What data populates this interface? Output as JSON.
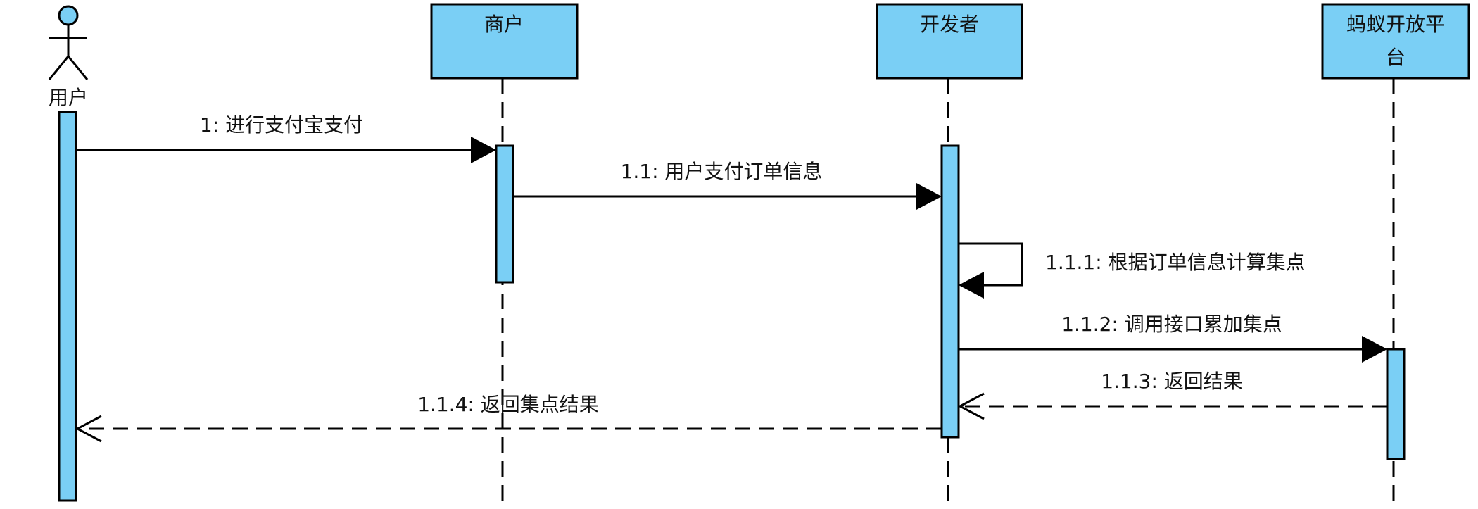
{
  "diagram": {
    "type": "sequence",
    "colors": {
      "fill": "#7ACFF5",
      "stroke": "#000000",
      "background": "#FFFFFF"
    },
    "participants": [
      {
        "id": "user",
        "kind": "actor",
        "label": "用户"
      },
      {
        "id": "merchant",
        "kind": "object",
        "label": "商户"
      },
      {
        "id": "developer",
        "kind": "object",
        "label": "开发者"
      },
      {
        "id": "ant",
        "kind": "object",
        "label_line1": "蚂蚁开放平",
        "label_line2": "台"
      }
    ],
    "messages": [
      {
        "id": "m1",
        "from": "user",
        "to": "merchant",
        "style": "sync",
        "label": "1: 进行支付宝支付"
      },
      {
        "id": "m1_1",
        "from": "merchant",
        "to": "developer",
        "style": "sync",
        "label": "1.1: 用户支付订单信息"
      },
      {
        "id": "m1_1_1",
        "from": "developer",
        "to": "developer",
        "style": "self",
        "label": "1.1.1: 根据订单信息计算集点"
      },
      {
        "id": "m1_1_2",
        "from": "developer",
        "to": "ant",
        "style": "sync",
        "label": "1.1.2: 调用接口累加集点"
      },
      {
        "id": "m1_1_3",
        "from": "ant",
        "to": "developer",
        "style": "return",
        "label": "1.1.3: 返回结果"
      },
      {
        "id": "m1_1_4",
        "from": "developer",
        "to": "user",
        "style": "return",
        "label": "1.1.4: 返回集点结果"
      }
    ]
  }
}
